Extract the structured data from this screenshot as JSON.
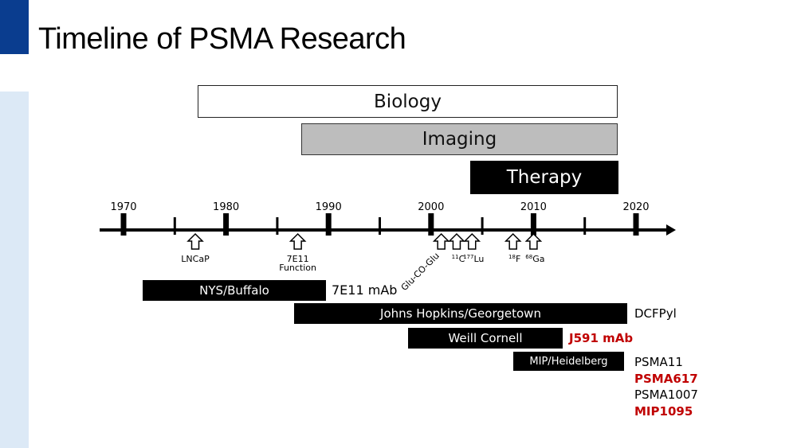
{
  "title": "Timeline of PSMA Research",
  "phases": {
    "biology": "Biology",
    "imaging": "Imaging",
    "therapy": "Therapy"
  },
  "axis": {
    "years": [
      "1970",
      "1980",
      "1990",
      "2000",
      "2010",
      "2020"
    ],
    "start": 1970,
    "end": 2020
  },
  "milestones": [
    {
      "year": 1977,
      "lines": [
        "LNCaP"
      ],
      "sup": "",
      "rotated": false
    },
    {
      "year": 1987,
      "lines": [
        "7E11",
        "Function"
      ],
      "sup": "",
      "rotated": false
    },
    {
      "year": 2001,
      "lines": [
        "Glu-CO-Glu"
      ],
      "sup": "",
      "rotated": true
    },
    {
      "year": 2002.5,
      "lines": [
        "C"
      ],
      "sup": "11",
      "rotated": false
    },
    {
      "year": 2004,
      "lines": [
        "Lu"
      ],
      "sup": "177",
      "rotated": false
    },
    {
      "year": 2008,
      "lines": [
        "F"
      ],
      "sup": "18",
      "rotated": false
    },
    {
      "year": 2010,
      "lines": [
        "Ga"
      ],
      "sup": "68",
      "rotated": false
    }
  ],
  "groups": [
    {
      "name": "NYS/Buffalo",
      "outcomes": [
        {
          "text": "7E11 mAb",
          "highlight": false
        }
      ]
    },
    {
      "name": "Johns Hopkins/Georgetown",
      "outcomes": [
        {
          "text": "DCFPyl",
          "highlight": false
        }
      ]
    },
    {
      "name": "Weill Cornell",
      "outcomes": [
        {
          "text": "J591 mAb",
          "highlight": true
        }
      ]
    },
    {
      "name": "MIP/Heidelberg",
      "outcomes": [
        {
          "text": "PSMA11",
          "highlight": false
        },
        {
          "text": "PSMA617",
          "highlight": true
        },
        {
          "text": "PSMA1007",
          "highlight": false
        },
        {
          "text": "MIP1095",
          "highlight": true
        }
      ]
    }
  ],
  "colors": {
    "accent_dark": "#0a3d8f",
    "accent_light": "#dce9f6",
    "highlight": "#c00000"
  }
}
